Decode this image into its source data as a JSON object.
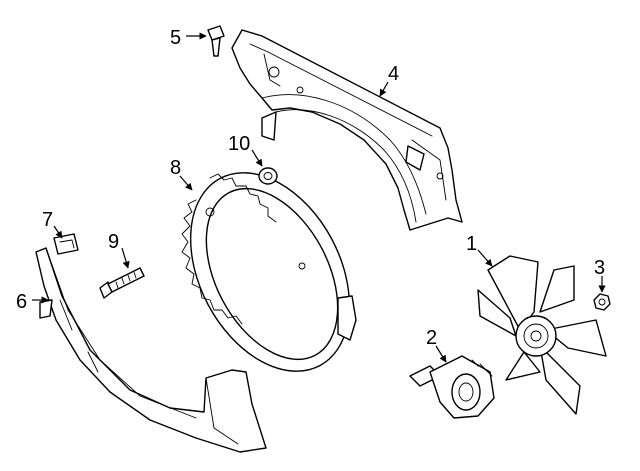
{
  "callouts": [
    {
      "id": "1",
      "part": "fan-blade"
    },
    {
      "id": "2",
      "part": "fan-clutch"
    },
    {
      "id": "3",
      "part": "nut"
    },
    {
      "id": "4",
      "part": "upper-fan-shroud"
    },
    {
      "id": "5",
      "part": "bolt"
    },
    {
      "id": "6",
      "part": "lower-fan-shroud"
    },
    {
      "id": "7",
      "part": "clip-nut"
    },
    {
      "id": "8",
      "part": "fan-ring"
    },
    {
      "id": "9",
      "part": "stud"
    },
    {
      "id": "10",
      "part": "grommet"
    }
  ]
}
